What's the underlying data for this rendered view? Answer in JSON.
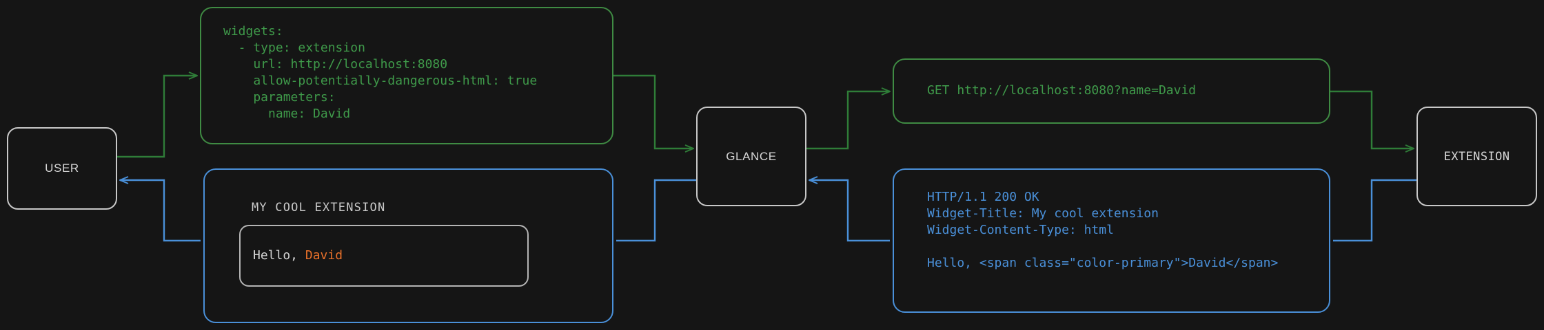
{
  "diagram": {
    "title": "glance extension request/response flow",
    "background": "#151515",
    "colors": {
      "request_green": "#3f9a4a",
      "response_blue": "#4a90d9",
      "node_border": "#c8c8c8",
      "accent_orange": "#e8702a",
      "widget_border": "#b4b4b4"
    }
  },
  "nodes": {
    "user": {
      "label": "USER"
    },
    "glance": {
      "label": "GLANCE"
    },
    "extension": {
      "label": "EXTENSION"
    }
  },
  "yaml_panel": {
    "code": "widgets:\n  - type: extension\n    url: http://localhost:8080\n    allow-potentially-dangerous-html: true\n    parameters:\n      name: David",
    "lines": [
      "widgets:",
      "  - type: extension",
      "    url: http://localhost:8080",
      "    allow-potentially-dangerous-html: true",
      "    parameters:",
      "      name: David"
    ]
  },
  "request_panel": {
    "code": "GET http://localhost:8080?name=David",
    "method": "GET",
    "url": "http://localhost:8080?name=David"
  },
  "response_panel": {
    "code": "HTTP/1.1 200 OK\nWidget-Title: My cool extension\nWidget-Content-Type: html\n\nHello, <span class=\"color-primary\">David</span>",
    "lines": [
      "HTTP/1.1 200 OK",
      "Widget-Title: My cool extension",
      "Widget-Content-Type: html",
      "",
      "Hello, <span class=\"color-primary\">David</span>"
    ],
    "status": "HTTP/1.1 200 OK",
    "headers": [
      "Widget-Title: My cool extension",
      "Widget-Content-Type: html"
    ],
    "body": "Hello, <span class=\"color-primary\">David</span>"
  },
  "widget_panel": {
    "title": "MY COOL EXTENSION",
    "greeting_prefix": "Hello, ",
    "greeting_name": "David"
  }
}
